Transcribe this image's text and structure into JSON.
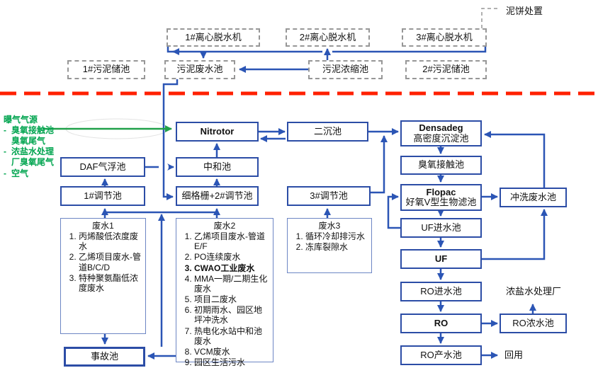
{
  "colors": {
    "line_blue": "#2b55b5",
    "box_border_blue": "#2c4da6",
    "green": "#00a44f",
    "red_divider": "#ff2000",
    "dashed_gray": "#979797"
  },
  "labels": {
    "sludge_cake": "泥饼处置",
    "dewatering_machines": [
      "1#离心脱水机",
      "2#离心脱水机",
      "3#离心脱水机"
    ],
    "sludge_storage_1": "1#污泥储池",
    "sludge_wastewater": "污泥废水池",
    "sludge_thickener": "污泥浓缩池",
    "sludge_storage_2": "2#污泥储池",
    "nitrotor": "Nitrotor",
    "secondary_clarifier": "二沉池",
    "densadeg_en": "Densadeg",
    "densadeg_cn": "高密度沉淀池",
    "daf": "DAF气浮池",
    "neutralization": "中和池",
    "ozone_contact": "臭氧接触池",
    "regulating_1": "1#调节池",
    "screen_regulating_2": "细格栅+2#调节池",
    "regulating_3": "3#调节池",
    "flopac_en": "Flopac",
    "flopac_cn": "好氧V型生物滤池",
    "wash_wastewater": "冲洗废水池",
    "uf_feed": "UF进水池",
    "uf": "UF",
    "ro_feed": "RO进水池",
    "ro": "RO",
    "ro_product": "RO产水池",
    "ro_concentrate": "RO浓水池",
    "brine_plant": "浓盐水处理厂",
    "reuse": "回用",
    "accident_pool": "事故池"
  },
  "aeration_note": {
    "title": "曝气气源",
    "bullets": [
      "臭氧接触池臭氧尾气",
      "浓盐水处理厂臭氧尾气",
      "空气"
    ]
  },
  "wastewater1": {
    "title": "废水1",
    "items": [
      {
        "text": "丙烯酸低浓度废水",
        "bold": false
      },
      {
        "text": "乙烯项目废水-管道B/C/D",
        "bold": false
      },
      {
        "text": "特种聚氨酯低浓度废水",
        "bold": false
      }
    ]
  },
  "wastewater2": {
    "title": "废水2",
    "items": [
      {
        "text": "乙烯项目废水-管道E/F",
        "bold": false
      },
      {
        "text": "PO连续废水",
        "bold": false
      },
      {
        "text": "CWAO工业废水",
        "bold": true
      },
      {
        "text": "MMA一期/二期生化废水",
        "bold": false
      },
      {
        "text": "项目二废水",
        "bold": false
      },
      {
        "text": "初期雨水、园区地坪冲洗水",
        "bold": false
      },
      {
        "text": "热电化水站中和池废水",
        "bold": false
      },
      {
        "text": "VCM废水",
        "bold": false
      },
      {
        "text": "园区生活污水",
        "bold": false
      }
    ]
  },
  "wastewater3": {
    "title": "废水3",
    "items": [
      {
        "text": "循环冷却排污水",
        "bold": false
      },
      {
        "text": "冻库裂隙水",
        "bold": false
      }
    ]
  }
}
